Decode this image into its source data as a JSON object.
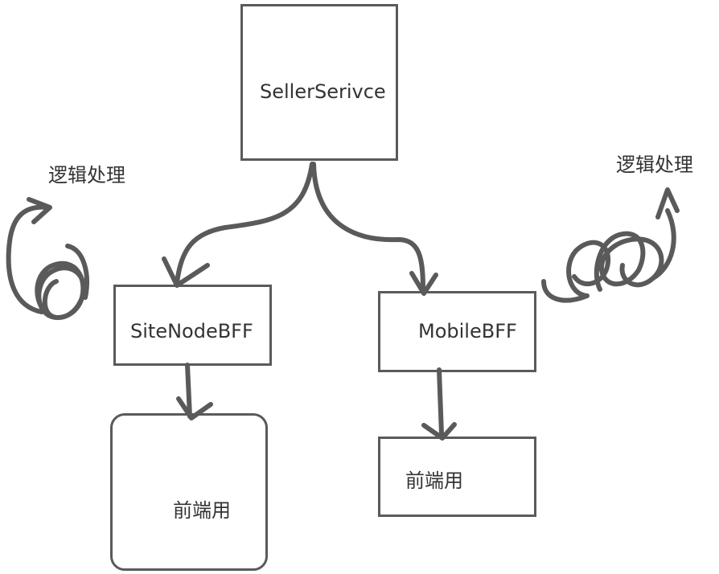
{
  "nodes": {
    "seller_service": "SellerSerivce",
    "site_node_bff": "SiteNodeBFF",
    "mobile_bff": "MobileBFF",
    "frontend_left": "前端用",
    "frontend_right": "前端用"
  },
  "annotations": {
    "logic_left": "逻辑处理",
    "logic_right": "逻辑处理"
  },
  "colors": {
    "stroke": "#5a5a5a",
    "text": "#333333"
  }
}
